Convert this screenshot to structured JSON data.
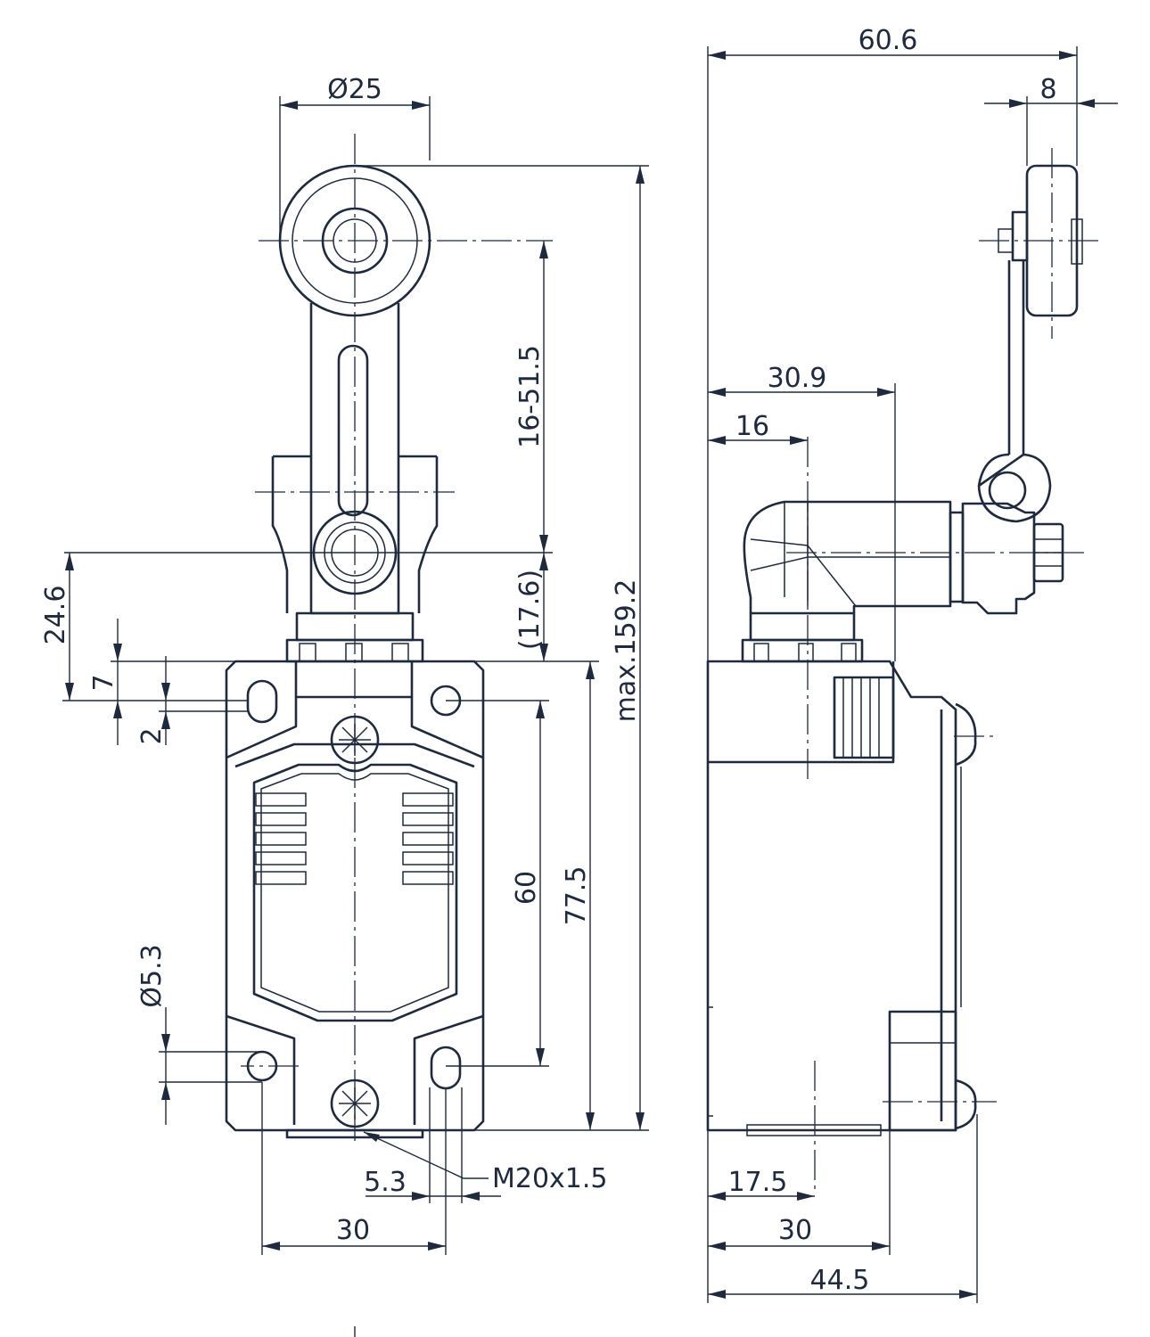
{
  "front_view": {
    "dims": {
      "roller_diameter": "Ø25",
      "lever_adjust": "16-51.5",
      "pivot_height": "(17.6)",
      "overall_height": "max.159.2",
      "head_height": "24.6",
      "flange_height": "7",
      "flange_offset": "2",
      "hole_diameter": "Ø5.3",
      "hole_spacing": "60",
      "body_height": "77.5",
      "slot_width": "5.3",
      "cable_entry": "M20x1.5",
      "hole_pitch": "30"
    }
  },
  "side_view": {
    "dims": {
      "overall_depth": "60.6",
      "roller_width": "8",
      "actuator_offset": "30.9",
      "shaft_offset": "16",
      "entry_offset": "17.5",
      "body_depth": "30",
      "total_depth": "44.5"
    }
  }
}
